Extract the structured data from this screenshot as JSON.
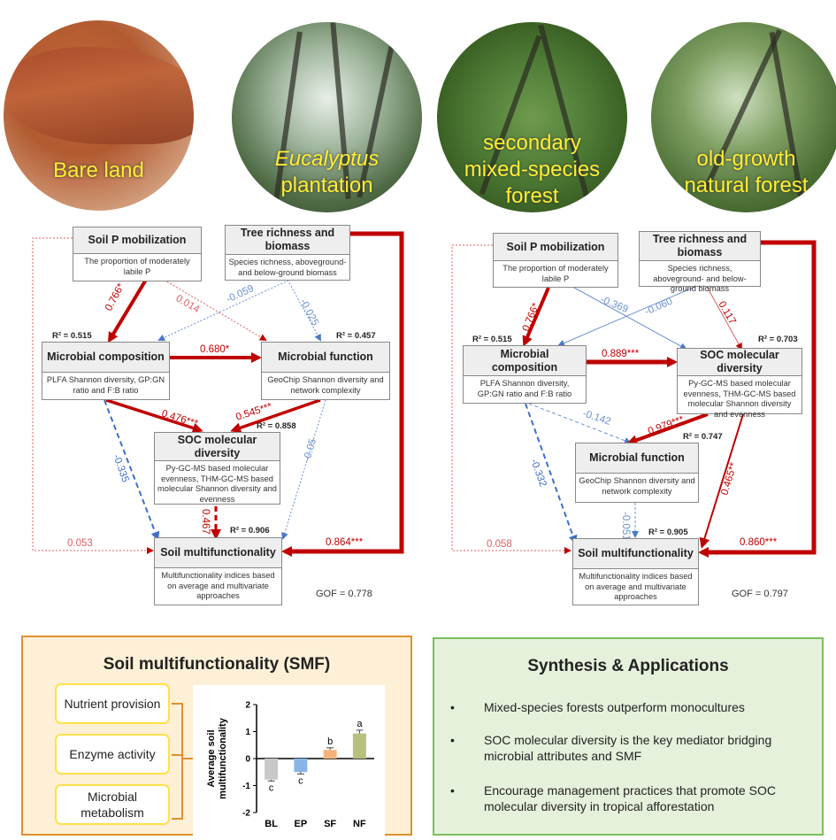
{
  "photos": [
    {
      "id": "bare",
      "label_lines": [
        "Bare land"
      ],
      "italic": [
        false
      ]
    },
    {
      "id": "euc",
      "label_lines": [
        "Eucalyptus",
        "plantation"
      ],
      "italic": [
        true,
        false
      ]
    },
    {
      "id": "sec",
      "label_lines": [
        "secondary",
        "mixed-species",
        "forest"
      ],
      "italic": [
        false,
        false,
        false
      ]
    },
    {
      "id": "old",
      "label_lines": [
        "old-growth",
        "natural forest"
      ],
      "italic": [
        false,
        false
      ]
    }
  ],
  "left_model": {
    "boxes": {
      "soil_p": {
        "title": "Soil P mobilization",
        "body": "The proportion of moderately labile P"
      },
      "tree": {
        "title": "Tree richness and biomass",
        "body": "Species richness, aboveground- and below-ground biomass"
      },
      "mic_comp": {
        "title": "Microbial composition",
        "body": "PLFA Shannon diversity, GP:GN ratio and F:B ratio"
      },
      "mic_func": {
        "title": "Microbial function",
        "body": "GeoChip Shannon diversity and network complexity"
      },
      "soc": {
        "title": "SOC molecular diversity",
        "body": "Py-GC-MS based molecular evenness, THM-GC-MS based molecular Shannon diversity and evenness"
      },
      "smf": {
        "title": "Soil multifunctionality",
        "body": "Multifunctionality indices based on average and multivariate approaches"
      }
    },
    "r2": {
      "mic_comp": "R² = 0.515",
      "mic_func": "R² = 0.457",
      "soc": "R² = 0.858",
      "smf": "R² = 0.906"
    },
    "paths": {
      "p_comp": "0.766*",
      "p_func": "0.014",
      "tree_comp": "-0.059",
      "tree_func": "-0.025",
      "comp_func": "0.680*",
      "comp_soc": "0.476***",
      "func_soc": "0.545***",
      "comp_smf": "-0.335",
      "func_smf": "-0.05",
      "soc_smf": "0.467",
      "p_smf": "0.053",
      "tree_smf": "0.864***"
    },
    "gof": "GOF = 0.778"
  },
  "right_model": {
    "boxes": {
      "soil_p": {
        "title": "Soil P mobilization",
        "body": "The proportion of moderately labile P"
      },
      "tree": {
        "title": "Tree richness and biomass",
        "body": "Species richness, aboveground- and below-ground biomass"
      },
      "mic_comp": {
        "title": "Microbial composition",
        "body": "PLFA Shannon diversity, GP:GN ratio and F:B ratio"
      },
      "soc": {
        "title": "SOC molecular diversity",
        "body": "Py-GC-MS based molecular evenness, THM-GC-MS based molecular Shannon diversity and evenness"
      },
      "mic_func": {
        "title": "Microbial function",
        "body": "GeoChip Shannon diversity and network complexity"
      },
      "smf": {
        "title": "Soil multifunctionality",
        "body": "Multifunctionality indices based on average and multivariate approaches"
      }
    },
    "r2": {
      "mic_comp": "R² = 0.515",
      "soc": "R² = 0.703",
      "mic_func": "R² = 0.747",
      "smf": "R² = 0.905"
    },
    "paths": {
      "p_comp": "0.766*",
      "p_soc": "-0.369",
      "tree_comp": "-0.060",
      "tree_soc": "0.117",
      "comp_soc": "0.889***",
      "comp_func": "-0.142",
      "soc_func": "0.979***",
      "soc_smf": "0.465**",
      "comp_smf": "-0.332",
      "func_smf": "-0.051",
      "p_smf": "0.058",
      "tree_smf": "0.860***"
    },
    "gof": "GOF = 0.797"
  },
  "smf_panel": {
    "title": "Soil multifunctionality (SMF)",
    "items": [
      "Nutrient provision",
      "Enzyme activity",
      "Microbial metabolism"
    ]
  },
  "chart_data": {
    "type": "bar",
    "categories": [
      "BL",
      "EP",
      "SF",
      "NF"
    ],
    "values": [
      -0.78,
      -0.5,
      0.32,
      0.93
    ],
    "errors": [
      0.05,
      0.07,
      0.08,
      0.12
    ],
    "letters": [
      "c",
      "c",
      "b",
      "a"
    ],
    "ylabel": "Average soil multifunctionality",
    "ylim": [
      -2,
      2
    ],
    "yticks": [
      "2",
      "1",
      "0",
      "-1",
      "-2"
    ],
    "colors": [
      "#c8c8c8",
      "#8ab4e8",
      "#f5b27a",
      "#b9bf7f"
    ]
  },
  "synthesis": {
    "title": "Synthesis & Applications",
    "bullets": [
      "Mixed-species forests outperform monocultures",
      "SOC molecular diversity is the key mediator bridging microbial attributes and SMF",
      "Encourage management practices that promote SOC molecular diversity in tropical afforestation"
    ],
    "bullet_symbol": "•"
  }
}
